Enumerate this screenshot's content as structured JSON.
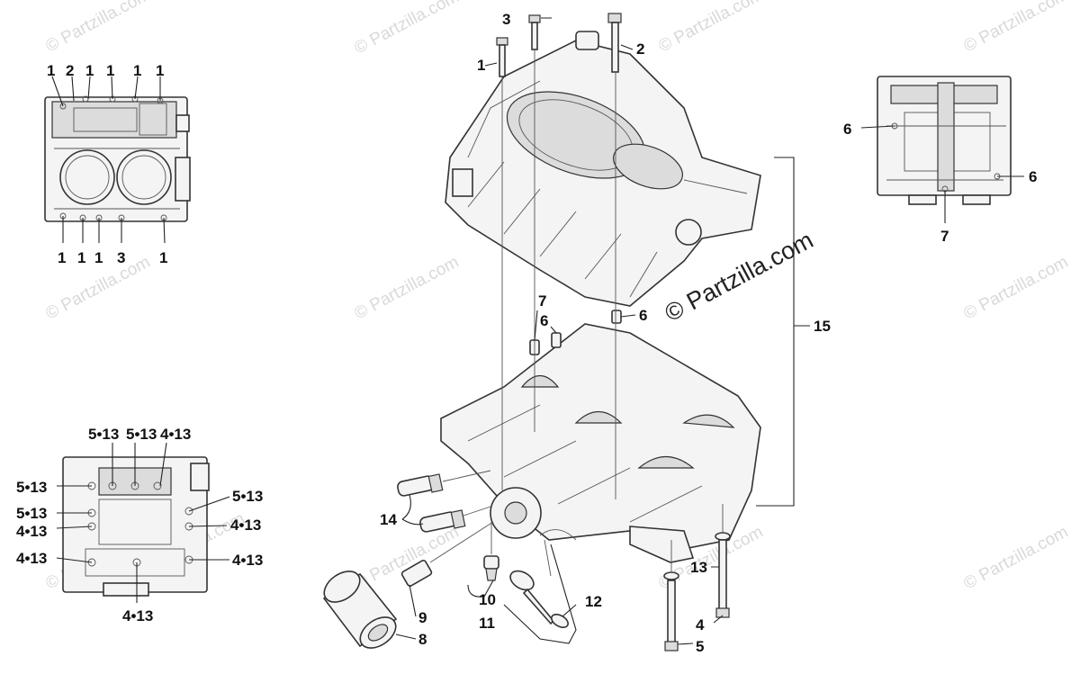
{
  "watermark": {
    "small": "© Partzilla.com",
    "large": "© Partzilla.com"
  },
  "callouts": {
    "c1": "1",
    "c2": "2",
    "c3": "3",
    "c4": "4",
    "c5": "5",
    "c6": "6",
    "c7": "7",
    "c8": "8",
    "c9": "9",
    "c10": "10",
    "c11": "11",
    "c12": "12",
    "c13": "13",
    "c14": "14",
    "c15": "15",
    "c413": "4•13",
    "c513": "5•13"
  }
}
